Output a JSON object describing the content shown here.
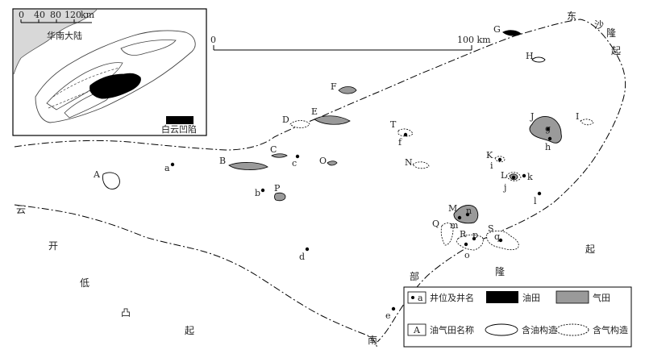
{
  "inset": {
    "scale_ticks": [
      "0",
      "40",
      "80",
      "120"
    ],
    "scale_unit": "km",
    "land_label": "华南大陆",
    "sag_label": "白云凹陷"
  },
  "scale_bar": {
    "start": "0",
    "end": "100 km"
  },
  "place_names": {
    "east": [
      "东",
      "沙",
      "隆",
      "起"
    ],
    "west": [
      "云",
      "开",
      "低",
      "凸",
      "起"
    ],
    "south": [
      "南",
      "部",
      "隆",
      "起"
    ]
  },
  "fields": {
    "A": "A",
    "B": "B",
    "C": "C",
    "D": "D",
    "E": "E",
    "F": "F",
    "G": "G",
    "H": "H",
    "I": "I",
    "J": "J",
    "K": "K",
    "L": "L",
    "M": "M",
    "N": "N",
    "O": "O",
    "P": "P",
    "Q": "Q",
    "R": "R",
    "S": "S",
    "T": "T"
  },
  "wells": {
    "a": "a",
    "b": "b",
    "c": "c",
    "d": "d",
    "e": "e",
    "f": "f",
    "g": "g",
    "h": "h",
    "i": "i",
    "j": "j",
    "k": "k",
    "l": "l",
    "m": "m",
    "n": "n",
    "o": "o",
    "p": "p",
    "q": "q"
  },
  "legend": {
    "well": "井位及井名",
    "well_symbol": "a",
    "oil_field": "油田",
    "gas_field": "气田",
    "name_symbol": "A",
    "name": "油气田名称",
    "oil_structure": "含油构造",
    "gas_structure": "含气构造"
  },
  "colors": {
    "oil": "#000000",
    "gas": "#9a9a9a",
    "sea": "#dcdcdc"
  }
}
